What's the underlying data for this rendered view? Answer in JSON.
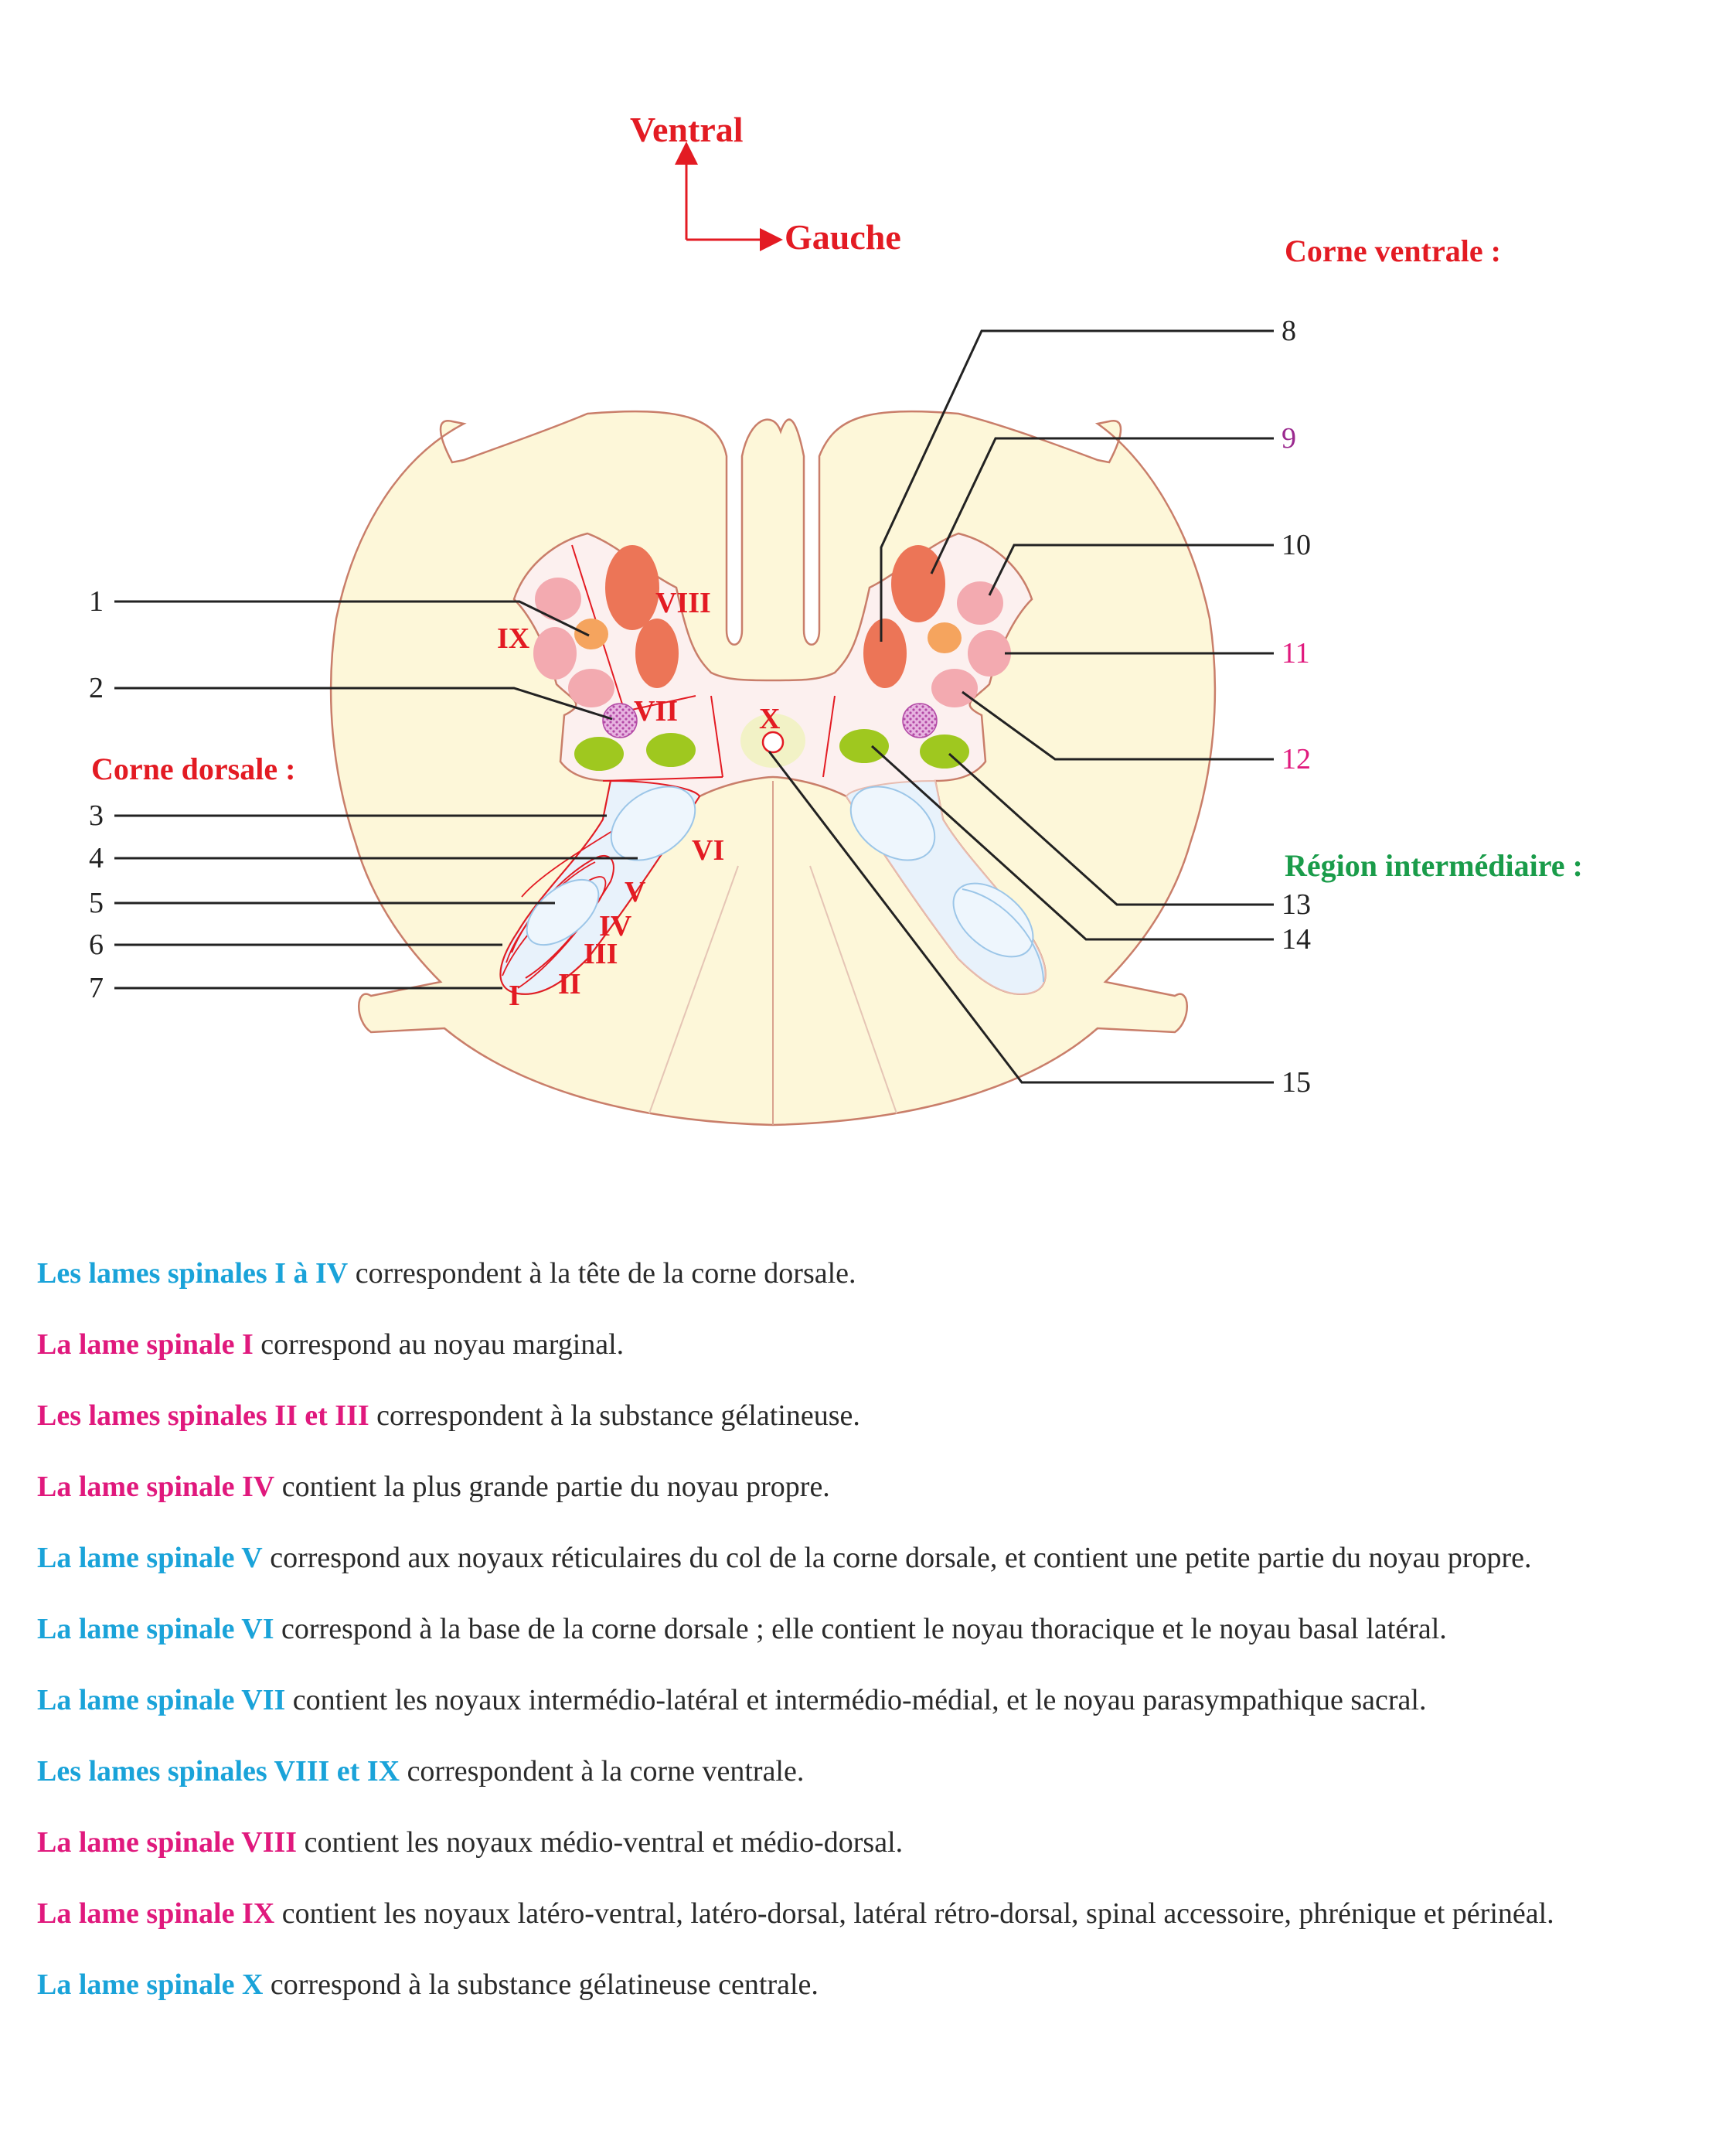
{
  "colors": {
    "red": "#e31b23",
    "green": "#1a9c4a",
    "blue": "#1aa3d9",
    "magenta": "#e0197d",
    "purple": "#9b2a8f",
    "cord_fill": "#fdf7d9",
    "cord_outline": "#c97e6a",
    "gray_matter": "#fcf0ef",
    "dorsal_fill": "#e8f2fb",
    "nucleus_dark": "#ec7557",
    "nucleus_pink": "#f3aab0",
    "nucleus_orange": "#f5a45e",
    "nucleus_green": "#9fc81f",
    "text_dark": "#222222"
  },
  "orientation": {
    "ventral": "Ventral",
    "left": "Gauche"
  },
  "sections": {
    "ventral_horn": "Corne ventrale :",
    "dorsal_horn": "Corne dorsale :",
    "intermediate": "Région intermédiaire :"
  },
  "laminae": [
    "I",
    "II",
    "III",
    "IV",
    "V",
    "VI",
    "VII",
    "VIII",
    "IX",
    "X"
  ],
  "callouts": [
    "1",
    "2",
    "3",
    "4",
    "5",
    "6",
    "7",
    "8",
    "9",
    "10",
    "11",
    "12",
    "13",
    "14",
    "15"
  ],
  "notes": [
    {
      "label": "Les lames spinales I à IV",
      "color": "blue",
      "text": " correspondent à la tête de la corne dorsale."
    },
    {
      "label": "La lame spinale I",
      "color": "magenta",
      "text": " correspond au noyau marginal."
    },
    {
      "label": "Les lames spinales II et III",
      "color": "magenta",
      "text": " correspondent à la substance gélatineuse."
    },
    {
      "label": "La lame spinale IV",
      "color": "magenta",
      "text": " contient la plus grande partie du noyau propre."
    },
    {
      "label": "La lame spinale V",
      "color": "blue",
      "text": " correspond aux noyaux réticulaires du col de la corne dorsale, et contient une petite partie du noyau propre."
    },
    {
      "label": "La lame spinale VI",
      "color": "blue",
      "text": " correspond à la base de la corne dorsale ; elle contient le noyau thoracique et le noyau basal latéral."
    },
    {
      "label": "La lame spinale VII",
      "color": "blue",
      "text": " contient les noyaux intermédio-latéral et intermédio-médial, et le noyau parasympathique sacral."
    },
    {
      "label": "Les lames spinales VIII et IX",
      "color": "blue",
      "text": " correspondent à la corne ventrale."
    },
    {
      "label": "La lame spinale VIII",
      "color": "magenta",
      "text": " contient les noyaux médio-ventral et médio-dorsal."
    },
    {
      "label": "La lame spinale IX",
      "color": "magenta",
      "text": " contient les noyaux latéro-ventral, latéro-dorsal, latéral rétro-dorsal, spinal accessoire, phrénique et périnéal."
    },
    {
      "label": "La lame spinale X",
      "color": "blue",
      "text": " correspond à la substance gélatineuse centrale."
    }
  ]
}
